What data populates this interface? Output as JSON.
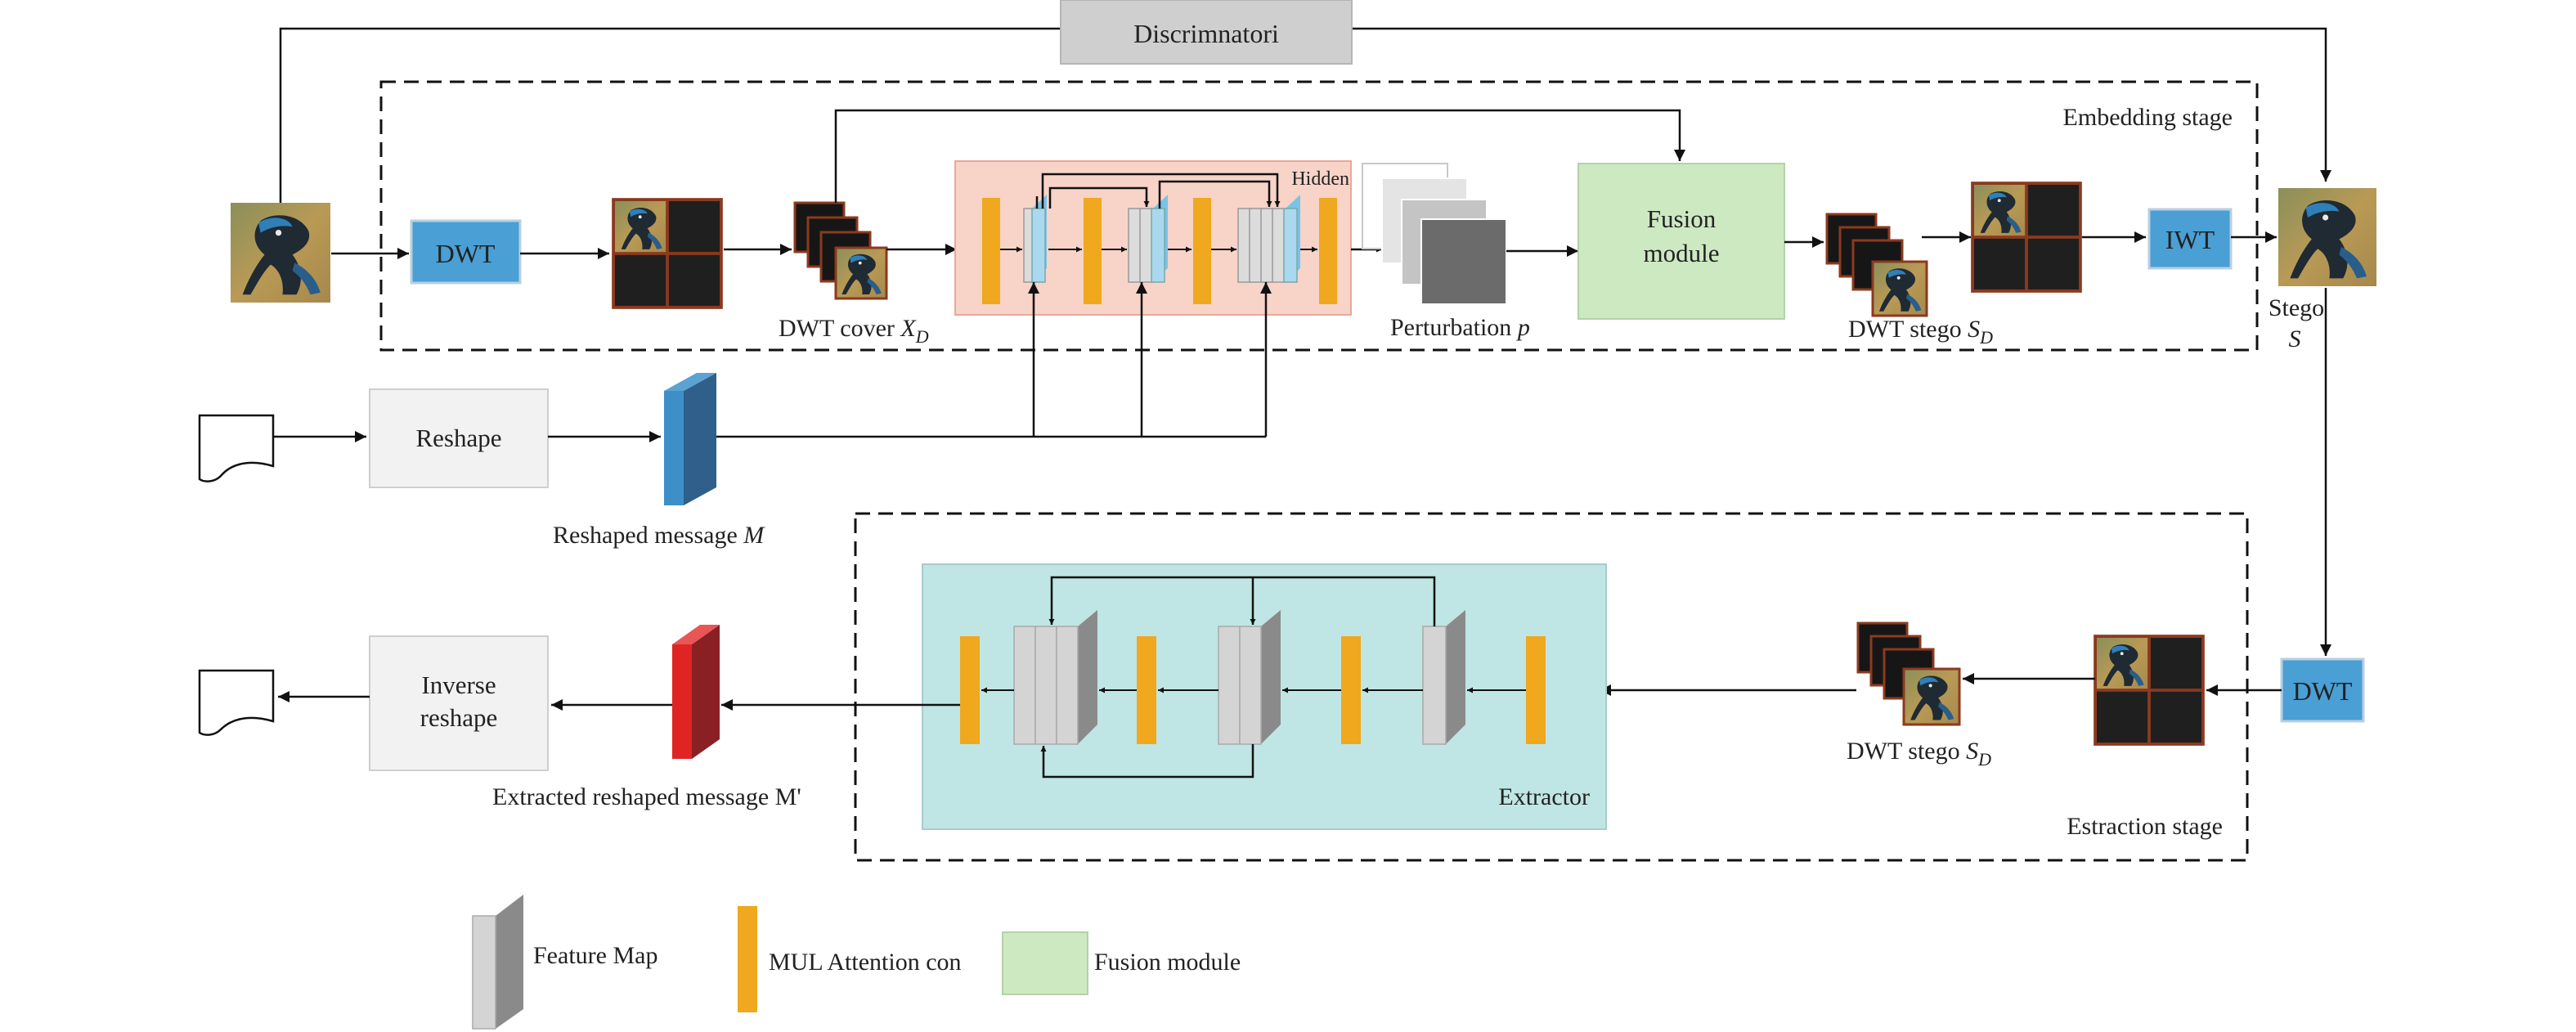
{
  "discriminator": "Discrimnatori",
  "embedding_stage": "Embedding stage",
  "extraction_stage": "Estraction stage",
  "dwt": "DWT",
  "iwt": "IWT",
  "dwt_cover": "DWT cover ",
  "dwt_cover_sym": "X",
  "sub_d": "D",
  "hidden": "Hidden",
  "perturbation": "Perturbation ",
  "perturbation_sym": "p",
  "fusion_line1": "Fusion",
  "fusion_line2": "module",
  "dwt_stego": "DWT stego ",
  "dwt_stego_sym": "S",
  "stego_line1": "Stego",
  "stego_line2": "S",
  "reshape": "Reshape",
  "reshaped_message": "Reshaped message ",
  "reshaped_message_sym": "M",
  "inverse_line1": "Inverse",
  "inverse_line2": "reshape",
  "extracted_message": "Extracted reshaped message M'",
  "extractor": "Extractor",
  "legend": {
    "feature_map": "Feature Map",
    "mul_attention": "MUL Attention con",
    "fusion_module": "Fusion module"
  },
  "colors": {
    "dwt_blue": "#4a9fd4",
    "attention_orange": "#f0a81e",
    "fusion_green": "#cde9c2",
    "hidden_pink": "#f7d3c8",
    "extractor_teal": "#bfe6e4",
    "message_blue": "#3d8fc8",
    "message_red": "#e02424",
    "feature_gray": "#d4d4d4"
  }
}
